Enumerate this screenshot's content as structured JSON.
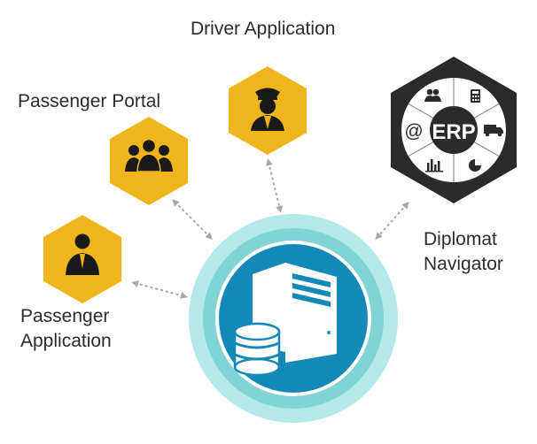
{
  "labels": {
    "driver_application": "Driver Application",
    "passenger_portal": "Passenger Portal",
    "passenger_application_line1": "Passenger",
    "passenger_application_line2": "Application",
    "diplomat_navigator_line1": "Diplomat",
    "diplomat_navigator_line2": "Navigator"
  },
  "erp": {
    "center_text": "ERP",
    "at_symbol": "@"
  },
  "icons": {
    "driver": "driver-with-cap-icon",
    "passenger_portal": "group-of-people-icon",
    "passenger_application": "person-in-suit-icon",
    "erp_segments": [
      "users-icon",
      "calculator-icon",
      "truck-icon",
      "pie-chart-icon",
      "bar-chart-icon",
      "at-sign-icon"
    ],
    "server": "server-database-icon"
  },
  "colors": {
    "hexagon_yellow": "#f0b51c",
    "erp_dark": "#2b2b2b",
    "server_blue": "#1289b9",
    "ring_light": "#b4e9ea",
    "ring_mid": "#7fd4d6",
    "arrow_gray": "#a8a8a8",
    "text": "#2b2b2b"
  }
}
